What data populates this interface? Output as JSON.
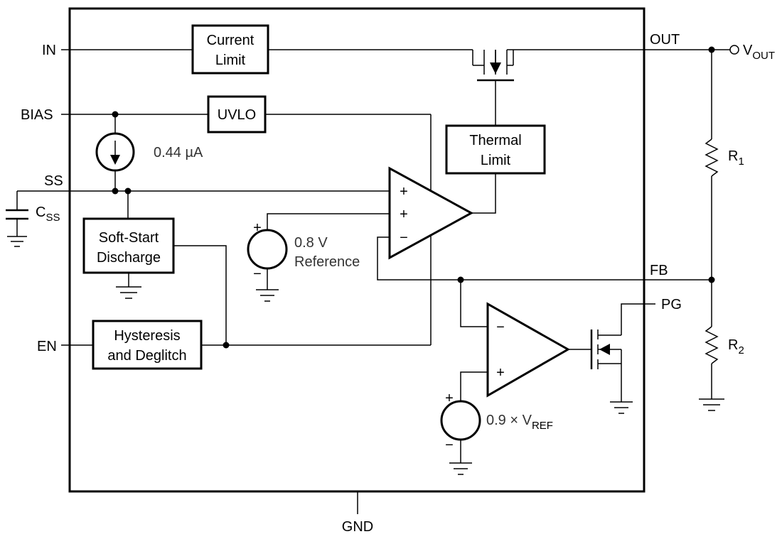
{
  "pins": {
    "in": "IN",
    "bias": "BIAS",
    "ss": "SS",
    "en": "EN",
    "out": "OUT",
    "fb": "FB",
    "pg": "PG",
    "gnd": "GND"
  },
  "blocks": {
    "current_limit": [
      "Current",
      "Limit"
    ],
    "uvlo": "UVLO",
    "thermal_limit": [
      "Thermal",
      "Limit"
    ],
    "soft_start": [
      "Soft-Start",
      "Discharge"
    ],
    "hysteresis": [
      "Hysteresis",
      "and Deglitch"
    ]
  },
  "sources": {
    "current_source_value": "0.44 µA",
    "reference": [
      "0.8 V",
      "Reference"
    ],
    "pg_reference": {
      "main": "0.9 × V",
      "sub": "REF"
    }
  },
  "external": {
    "vout": {
      "main": "V",
      "sub": "OUT"
    },
    "css": {
      "main": "C",
      "sub": "SS"
    },
    "r1": {
      "main": "R",
      "sub": "1"
    },
    "r2": {
      "main": "R",
      "sub": "2"
    }
  },
  "signs": {
    "plus": "+",
    "minus": "−"
  }
}
